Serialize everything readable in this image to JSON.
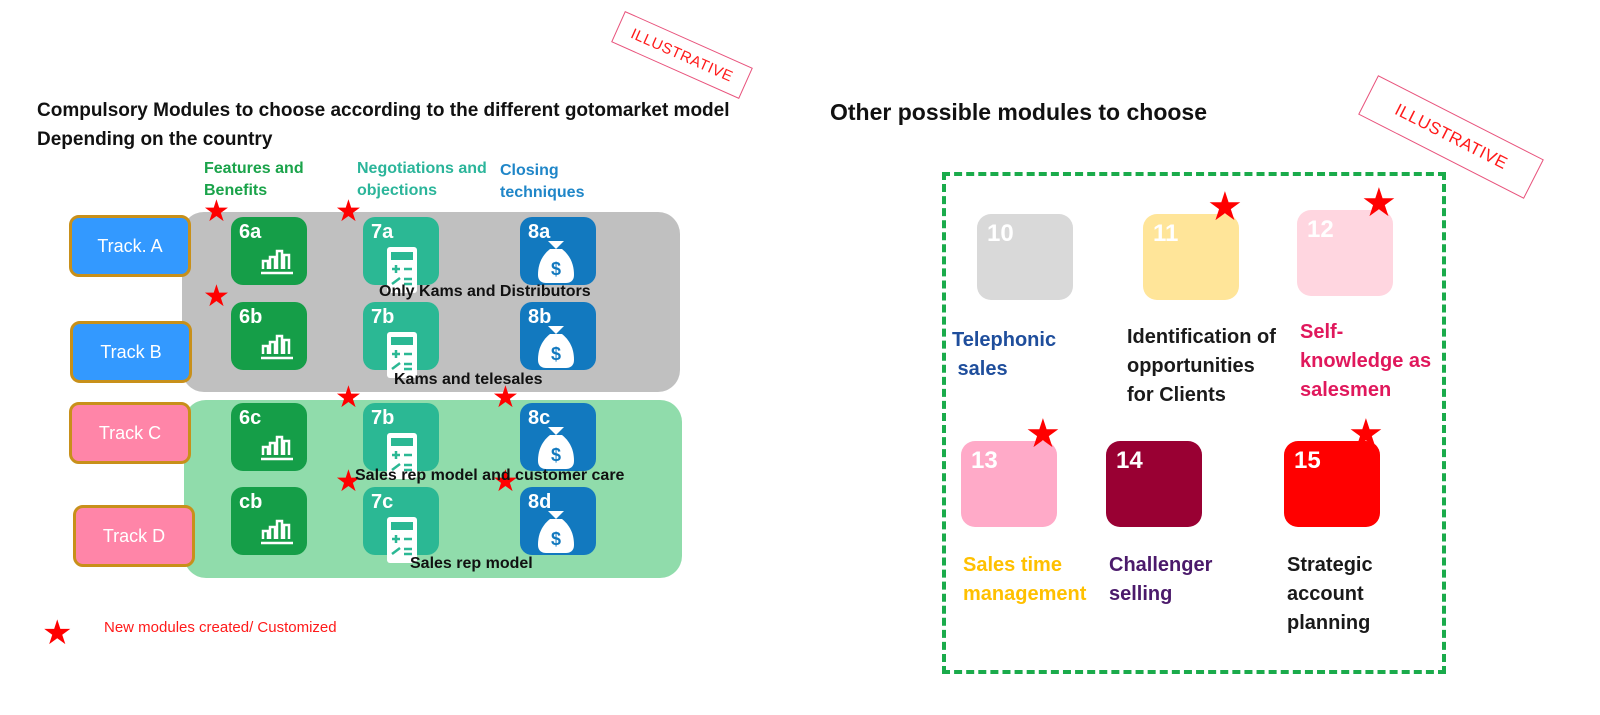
{
  "left": {
    "title_line1": "Compulsory  Modules to choose according to the different gotomarket model",
    "title_line2": "Depending on the country",
    "stamp": "ILLUSTRATIVE",
    "columns": [
      {
        "line1": "Features and",
        "line2": "Benefits",
        "color": "#1aa34a"
      },
      {
        "line1": "Negotiations and",
        "line2": "objections",
        "color": "#2bb59a"
      },
      {
        "line1": "Closing",
        "line2": "techniques",
        "color": "#1f86c8"
      }
    ],
    "tracks": [
      {
        "label": "Track. A",
        "color": "#3399ff"
      },
      {
        "label": "Track B",
        "color": "#3399ff"
      },
      {
        "label": "Track C",
        "color": "#ff85a8"
      },
      {
        "label": "Track D",
        "color": "#ff85a8"
      }
    ],
    "rows": [
      {
        "modules": [
          {
            "label": "6a",
            "icon": "bar-chart-icon",
            "new": true
          },
          {
            "label": "7a",
            "icon": "calculator-icon",
            "new": true
          },
          {
            "label": "8a",
            "icon": "money-bag-icon",
            "new": false
          }
        ],
        "note": "Only Kams and Distributors"
      },
      {
        "modules": [
          {
            "label": "6b",
            "icon": "bar-chart-icon",
            "new": true
          },
          {
            "label": "7b",
            "icon": "calculator-icon",
            "new": false
          },
          {
            "label": "8b",
            "icon": "money-bag-icon",
            "new": false
          }
        ],
        "note": "Kams and telesales"
      },
      {
        "modules": [
          {
            "label": "6c",
            "icon": "bar-chart-icon",
            "new": false
          },
          {
            "label": "7b",
            "icon": "calculator-icon",
            "new": true
          },
          {
            "label": "8c",
            "icon": "money-bag-icon",
            "new": true
          }
        ],
        "note": "Sales rep model and customer care"
      },
      {
        "modules": [
          {
            "label": "cb",
            "icon": "bar-chart-icon",
            "new": false
          },
          {
            "label": "7c",
            "icon": "calculator-icon",
            "new": true
          },
          {
            "label": "8d",
            "icon": "money-bag-icon",
            "new": true
          }
        ],
        "note": "Sales rep model"
      }
    ],
    "group_colors": {
      "gray": "#c0c0c0",
      "green": "#90dcab"
    },
    "module_colors": {
      "features": "#159e48",
      "negotiation": "#2bb894",
      "closing": "#1279bf"
    },
    "legend": {
      "star": "★",
      "text": "New modules created/ Customized"
    }
  },
  "right": {
    "title": "Other possible modules to choose",
    "stamp": "ILLUSTRATIVE",
    "modules": [
      {
        "num": "10",
        "color": "#d9d9d9",
        "text_lines": [
          "Telephonic",
          " sales"
        ],
        "text_color": "#1f4e9c",
        "new": false
      },
      {
        "num": "11",
        "color": "#ffe599",
        "text_lines": [
          "Identification of",
          "opportunities",
          "for Clients"
        ],
        "text_color": "#1a1a1a",
        "new": true
      },
      {
        "num": "12",
        "color": "#ffd6e0",
        "text_lines": [
          "Self-",
          "knowledge as",
          "salesmen"
        ],
        "text_color": "#e0185c",
        "new": true
      },
      {
        "num": "13",
        "color": "#ffaac8",
        "text_lines": [
          "Sales time",
          "management"
        ],
        "text_color": "#ffc000",
        "new": true
      },
      {
        "num": "14",
        "color": "#990033",
        "text_lines": [
          "Challenger",
          "selling"
        ],
        "text_color": "#4b1a6b",
        "new": false
      },
      {
        "num": "15",
        "color": "#ff0000",
        "text_lines": [
          "Strategic",
          "account",
          "planning"
        ],
        "text_color": "#1a1a1a",
        "new": true
      }
    ],
    "border_color": "#1aab4b"
  }
}
